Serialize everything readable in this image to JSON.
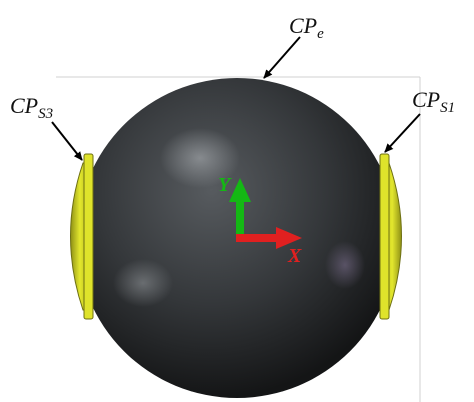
{
  "labels": {
    "cpe": {
      "main": "CP",
      "sub": "e"
    },
    "cps1": {
      "main": "CP",
      "sub": "S1"
    },
    "cps3": {
      "main": "CP",
      "sub": "S3"
    }
  },
  "axes": {
    "x": {
      "label": "X",
      "color": "#e02020"
    },
    "y": {
      "label": "Y",
      "color": "#14b814"
    }
  },
  "colors": {
    "sphere": "#2e3134",
    "pad": "#d9dd2a",
    "frame": "#c9c9c9"
  }
}
